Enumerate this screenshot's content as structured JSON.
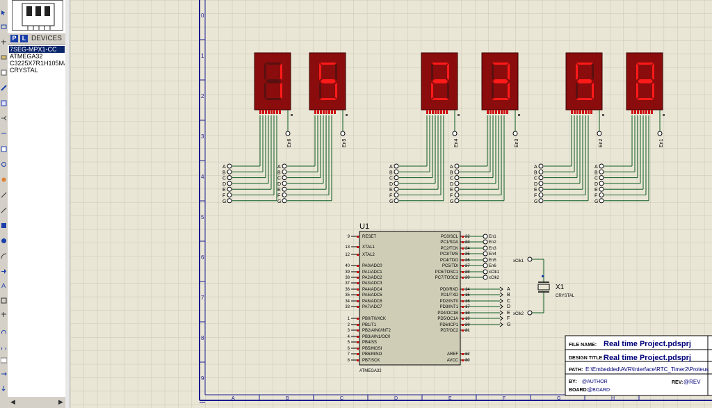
{
  "devices_panel": {
    "p_button": "P",
    "l_button": "L",
    "title": "DEVICES",
    "items": [
      "7SEG-MPX1-CC",
      "ATMEGA32",
      "C3225X7R1H105M/",
      "CRYSTAL"
    ],
    "selected_index": 0
  },
  "sheet": {
    "row_labels": [
      "0",
      "1",
      "2",
      "3",
      "4",
      "5",
      "6",
      "7",
      "8",
      "9"
    ],
    "col_labels": [
      "A",
      "B",
      "C",
      "D",
      "E",
      "F",
      "G",
      "H"
    ]
  },
  "displays": [
    {
      "digit": "1",
      "enable": "En6"
    },
    {
      "digit": "5",
      "enable": "En5"
    },
    {
      "digit": "2",
      "enable": "En4"
    },
    {
      "digit": "3",
      "enable": "En3"
    },
    {
      "digit": "5",
      "enable": "En2"
    },
    {
      "digit": "8",
      "enable": "En1"
    }
  ],
  "segment_letters": [
    "A",
    "B",
    "C",
    "D",
    "E",
    "F",
    "G"
  ],
  "mcu": {
    "ref": "U1",
    "part": "ATMEGA32",
    "left_pins": [
      {
        "num": "9",
        "name": "RESET"
      },
      {
        "num": "13",
        "name": "XTAL1"
      },
      {
        "num": "12",
        "name": "XTAL2"
      },
      {
        "num": "40",
        "name": "PA0/ADC0"
      },
      {
        "num": "39",
        "name": "PA1/ADC1"
      },
      {
        "num": "38",
        "name": "PA2/ADC2"
      },
      {
        "num": "37",
        "name": "PA3/ADC3"
      },
      {
        "num": "36",
        "name": "PA4/ADC4"
      },
      {
        "num": "35",
        "name": "PA5/ADC5"
      },
      {
        "num": "34",
        "name": "PA6/ADC6"
      },
      {
        "num": "33",
        "name": "PA7/ADC7"
      },
      {
        "num": "1",
        "name": "PB0/T0/XCK"
      },
      {
        "num": "2",
        "name": "PB1/T1"
      },
      {
        "num": "3",
        "name": "PB2/AIN0/INT2"
      },
      {
        "num": "4",
        "name": "PB3/AIN1/OC0"
      },
      {
        "num": "5",
        "name": "PB4/SS"
      },
      {
        "num": "6",
        "name": "PB5/MOSI"
      },
      {
        "num": "7",
        "name": "PB6/MISO"
      },
      {
        "num": "8",
        "name": "PB7/SCK"
      }
    ],
    "right_pins": [
      {
        "num": "22",
        "name": "PC0/SCL",
        "net": "En1"
      },
      {
        "num": "23",
        "name": "PC1/SDA",
        "net": "En2"
      },
      {
        "num": "24",
        "name": "PC2/TCK",
        "net": "En3"
      },
      {
        "num": "25",
        "name": "PC3/TMS",
        "net": "En4"
      },
      {
        "num": "26",
        "name": "PC4/TDO",
        "net": "En5"
      },
      {
        "num": "27",
        "name": "PC5/TDI",
        "net": "En6"
      },
      {
        "num": "28",
        "name": "PC6/TOSC1",
        "net": "xClk1"
      },
      {
        "num": "29",
        "name": "PC7/TOSC2",
        "net": "xClk2"
      },
      {
        "num": "14",
        "name": "PD0/RXD",
        "net": "A"
      },
      {
        "num": "15",
        "name": "PD1/TXD",
        "net": "B"
      },
      {
        "num": "16",
        "name": "PD2/INT0",
        "net": "C"
      },
      {
        "num": "17",
        "name": "PD3/INT1",
        "net": "D"
      },
      {
        "num": "18",
        "name": "PD4/OC1B",
        "net": "E"
      },
      {
        "num": "19",
        "name": "PD5/OC1A",
        "net": "F"
      },
      {
        "num": "20",
        "name": "PD6/ICP1",
        "net": "G"
      },
      {
        "num": "21",
        "name": "PD7/OC2",
        "net": ""
      },
      {
        "num": "32",
        "name": "AREF",
        "net": ""
      },
      {
        "num": "30",
        "name": "AVCC",
        "net": ""
      }
    ]
  },
  "crystal": {
    "ref": "X1",
    "part": "CRYSTAL",
    "net_top": "xClk1",
    "net_bottom": "xClk2"
  },
  "title_block": {
    "file_name_label": "FILE NAME:",
    "file_name": "Real time Project.pdsprj",
    "design_title_label": "DESIGN TITLE:",
    "design_title": "Real time Project.pdsprj",
    "path_label": "PATH:",
    "path": "E:\\Embedded\\AVR\\Interface\\RTC_Timer2\\Proteus",
    "by_label": "BY:",
    "by": "@AUTHOR",
    "rev_label": "REV:",
    "rev": "@REV",
    "board_label": "BOARD:",
    "board": "@BOARD"
  },
  "colors": {
    "canvas_bg": "#e9e6d6",
    "grid": "#c9c6b6",
    "sheet_border": "#1b1b8f",
    "wire": "#0b5a1e",
    "segment_on": "#ff1a1a",
    "segment_off": "#5a1010",
    "display_body": "#8a0c0c",
    "mcu_body": "#cfcdb6",
    "pin_red": "#cc1111"
  }
}
